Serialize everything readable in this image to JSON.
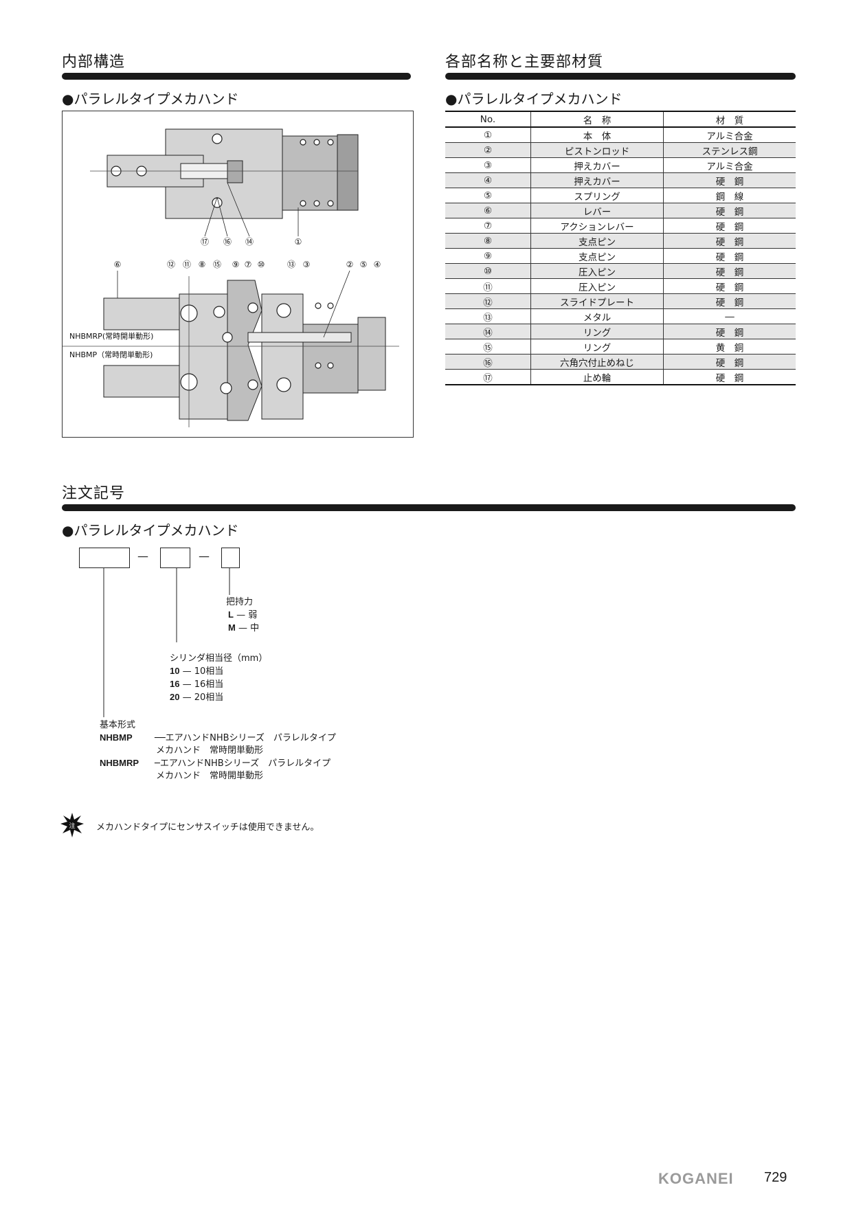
{
  "structure": {
    "title": "内部構造",
    "subtitle": "●パラレルタイプメカハンド",
    "top_labels": [
      "⑰",
      "⑯",
      "⑭",
      "①"
    ],
    "bottom_labels": [
      "⑥",
      "⑫",
      "⑪",
      "⑧",
      "⑮",
      "⑨",
      "⑦",
      "⑩",
      "⑬",
      "③",
      "②",
      "⑤",
      "④"
    ],
    "model_labels": [
      "NHBMRP(常時開単動形)",
      "NHBMP（常時閉単動形)"
    ]
  },
  "parts": {
    "title": "各部名称と主要部材質",
    "subtitle": "●パラレルタイプメカハンド",
    "headers": [
      "No.",
      "名　称",
      "材　質"
    ],
    "rows": [
      {
        "no": "①",
        "name": "本　体",
        "material": "アルミ合金"
      },
      {
        "no": "②",
        "name": "ピストンロッド",
        "material": "ステンレス鋼"
      },
      {
        "no": "③",
        "name": "押えカバー",
        "material": "アルミ合金"
      },
      {
        "no": "④",
        "name": "押えカバー",
        "material": "硬　鋼"
      },
      {
        "no": "⑤",
        "name": "スプリング",
        "material": "鋼　線"
      },
      {
        "no": "⑥",
        "name": "レバー",
        "material": "硬　鋼"
      },
      {
        "no": "⑦",
        "name": "アクションレバー",
        "material": "硬　鋼"
      },
      {
        "no": "⑧",
        "name": "支点ピン",
        "material": "硬　鋼"
      },
      {
        "no": "⑨",
        "name": "支点ピン",
        "material": "硬　鋼"
      },
      {
        "no": "⑩",
        "name": "圧入ピン",
        "material": "硬　鋼"
      },
      {
        "no": "⑪",
        "name": "圧入ピン",
        "material": "硬　鋼"
      },
      {
        "no": "⑫",
        "name": "スライドプレート",
        "material": "硬　鋼"
      },
      {
        "no": "⑬",
        "name": "メタル",
        "material": "―"
      },
      {
        "no": "⑭",
        "name": "リング",
        "material": "硬　鋼"
      },
      {
        "no": "⑮",
        "name": "リング",
        "material": "黄　銅"
      },
      {
        "no": "⑯",
        "name": "六角穴付止めねじ",
        "material": "硬　鋼"
      },
      {
        "no": "⑰",
        "name": "止め輪",
        "material": "硬　鋼"
      }
    ]
  },
  "order": {
    "title": "注文記号",
    "subtitle": "●パラレルタイプメカハンド",
    "dash": "—",
    "grip": {
      "label": "把持力",
      "options": [
        {
          "code": "L",
          "sep": " — ",
          "desc": "弱"
        },
        {
          "code": "M",
          "sep": " — ",
          "desc": "中"
        }
      ]
    },
    "bore": {
      "label": "シリンダ相当径（mm）",
      "options": [
        {
          "code": "10",
          "sep": " — ",
          "desc": "10相当"
        },
        {
          "code": "16",
          "sep": " — ",
          "desc": "16相当"
        },
        {
          "code": "20",
          "sep": " — ",
          "desc": "20相当"
        }
      ]
    },
    "basic": {
      "label": "基本形式",
      "options": [
        {
          "code": "NHBMP",
          "desc1": "──エアハンドNHBシリーズ　パラレルタイプ",
          "desc2": "メカハンド　常時閉単動形"
        },
        {
          "code": "NHBMRP",
          "desc1": "─エアハンドNHBシリーズ　パラレルタイプ",
          "desc2": "メカハンド　常時開単動形"
        }
      ]
    }
  },
  "note": {
    "icon_text": "注",
    "text": "メカハンドタイプにセンサスイッチは使用できません。"
  },
  "footer": {
    "brand": "KOGANEI",
    "page": "729"
  }
}
